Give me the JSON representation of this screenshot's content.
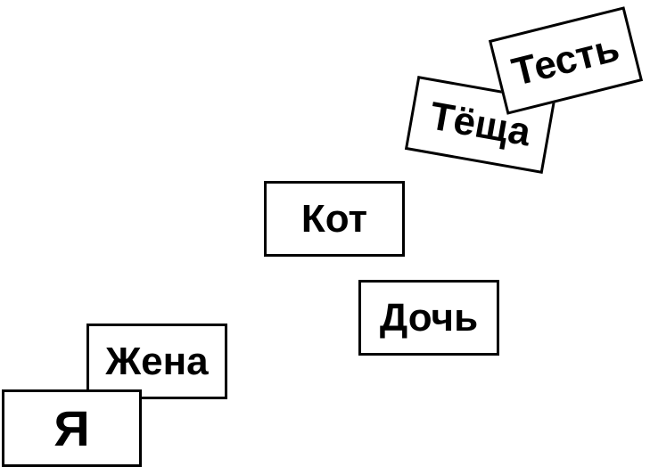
{
  "cards": {
    "ya": "Я",
    "zhena": "Жена",
    "kot": "Кот",
    "doch": "Дочь",
    "tyosha": "Тёща",
    "test": "Тесть"
  },
  "colors": {
    "border": "#000000",
    "text": "#000000",
    "background": "#ffffff"
  }
}
